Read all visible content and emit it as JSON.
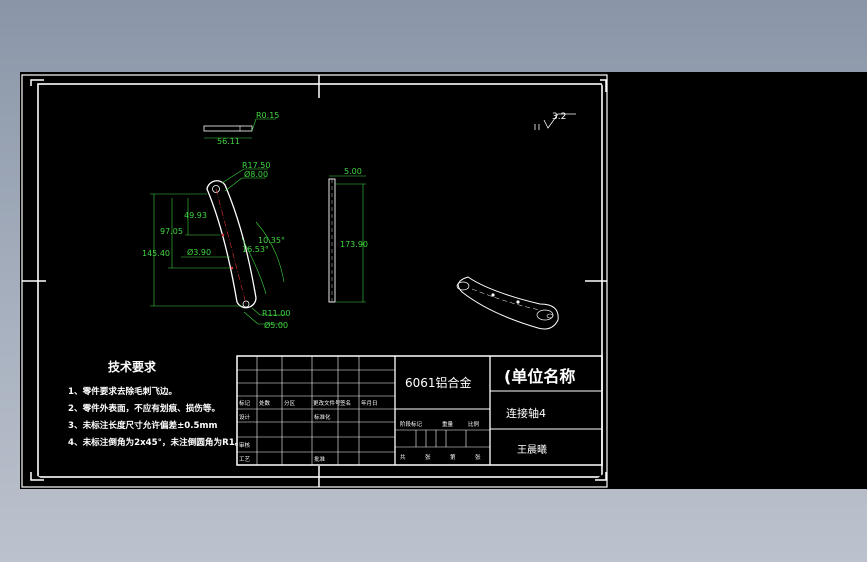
{
  "drawing": {
    "dims": {
      "r015": "R0.15",
      "d5611": "56.11",
      "r1750": "R17.50",
      "phi800": "Ø8.00",
      "d4993": "49.93",
      "d9705": "97.05",
      "d14540": "145.40",
      "phi390": "Ø3.90",
      "a1035": "10.35°",
      "a1653": "16.53°",
      "r1100": "R11.00",
      "phi500": "Ø5.00",
      "d500": "5.00",
      "d17390": "173.90"
    },
    "surface_finish": "3.2"
  },
  "notes": {
    "title": "技术要求",
    "items": [
      "1、零件要求去除毛刺飞边。",
      "2、零件外表面，不应有划痕、损伤等。",
      "3、未标注长度尺寸允许偏差±0.5mm",
      "4、未标注倒角为2x45°，未注倒圆角为R1。"
    ]
  },
  "title_block": {
    "material": "6061铝合金",
    "company": "(单位名称",
    "part_name": "连接轴4",
    "designer": "王晨曦",
    "rev_labels": [
      "标记",
      "处数",
      "分区",
      "更改文件号",
      "签名",
      "年月日"
    ],
    "row_labels": [
      "设计",
      "审核",
      "工艺"
    ],
    "std_label": "标准化",
    "approve_label": "批准",
    "stage_labels": [
      "阶段标记",
      "重量",
      "比例"
    ],
    "sheet_labels": [
      "共",
      "张",
      "第",
      "张"
    ]
  }
}
